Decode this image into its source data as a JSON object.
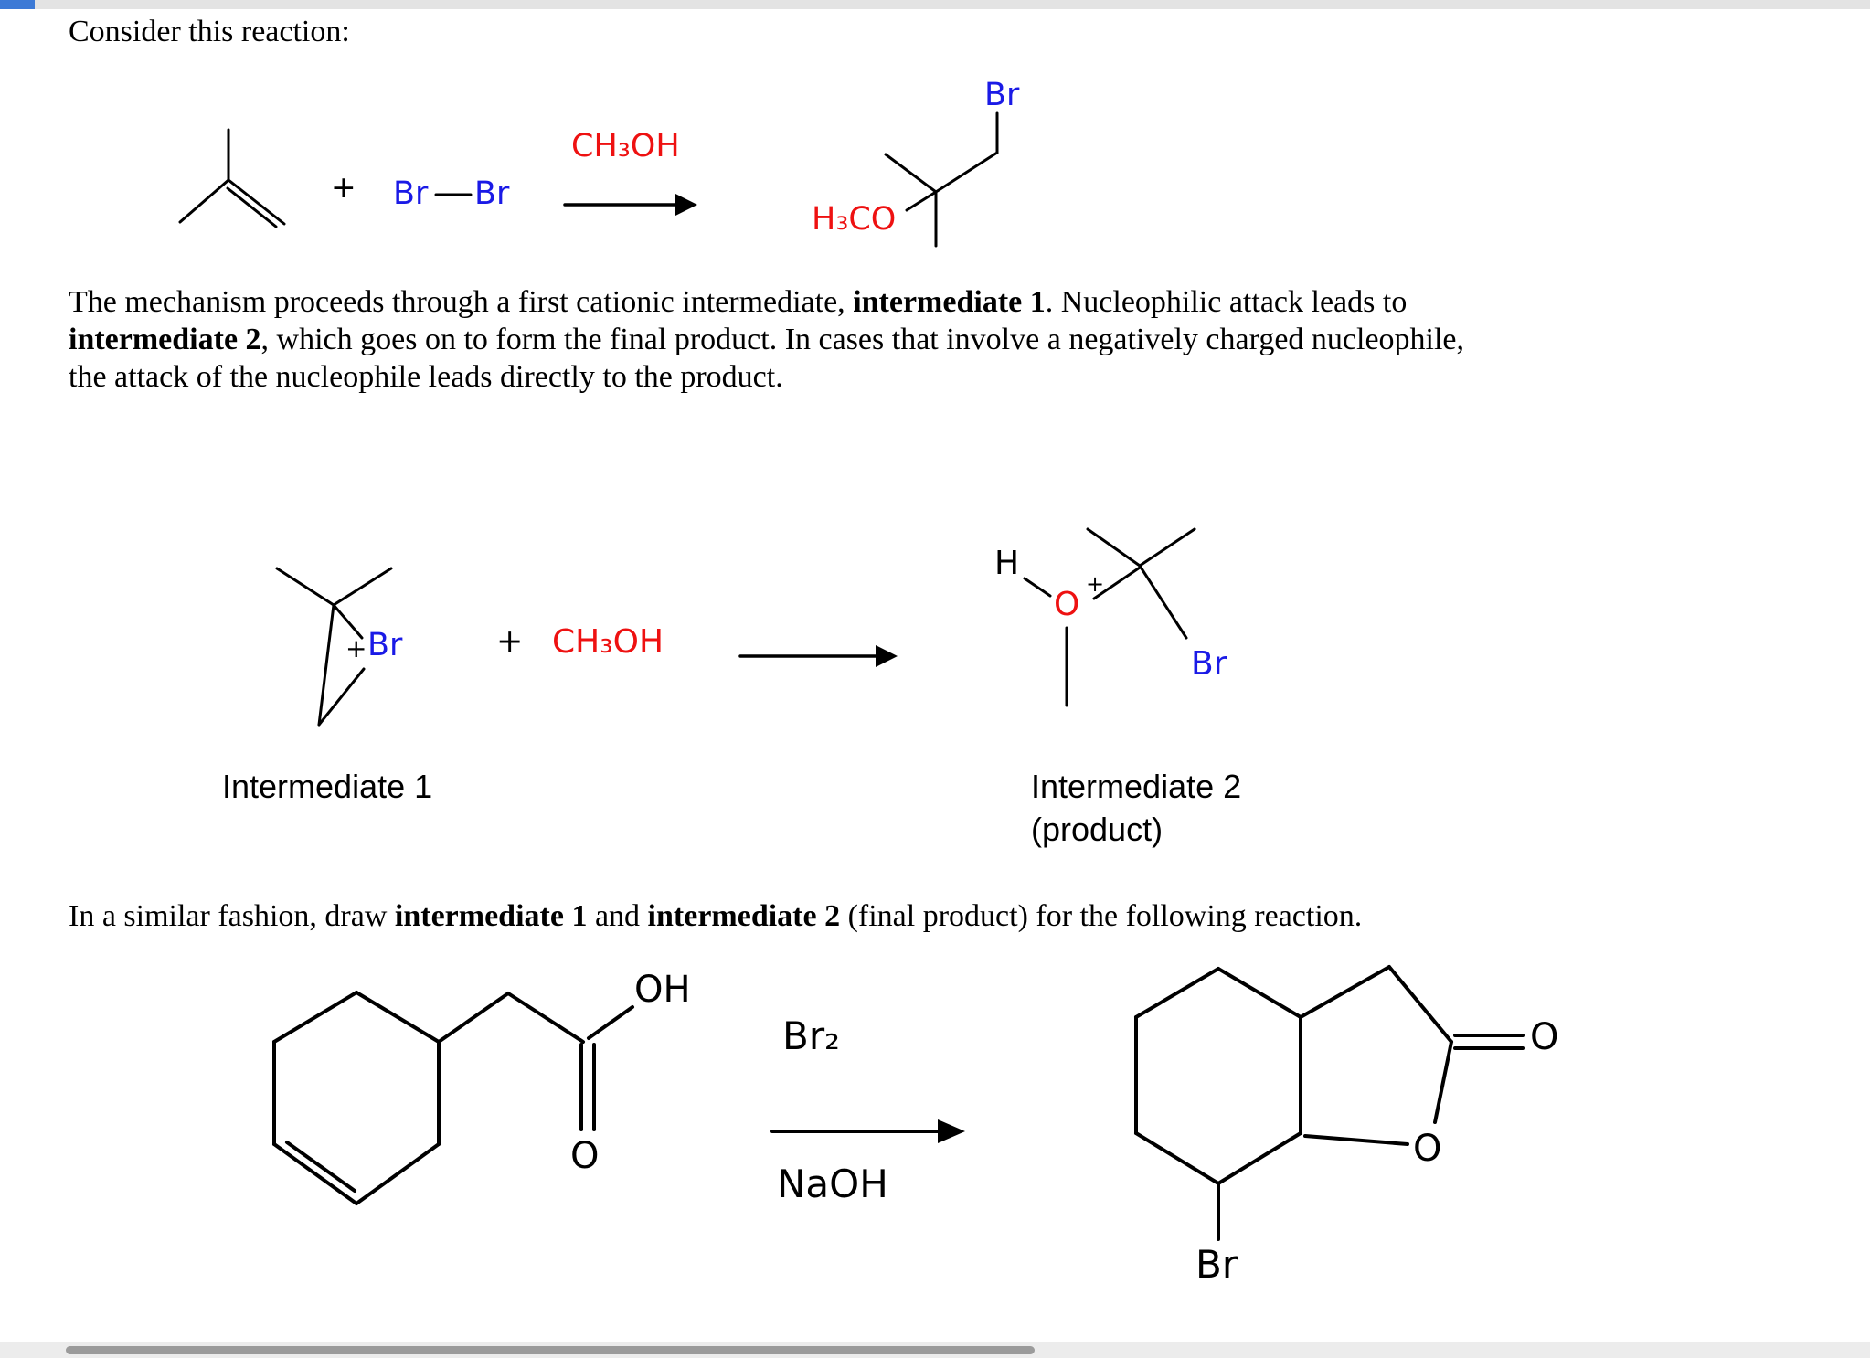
{
  "colors": {
    "blue": "#1a1ae6",
    "red": "#ee1111"
  },
  "header": {
    "prompt": "Consider this reaction:"
  },
  "scheme1": {
    "plus": "+",
    "brbr_left": "Br",
    "brbr_right": "Br",
    "arrow_reagent": "CH₃OH",
    "product_br": "Br",
    "product_methoxy": "H₃CO"
  },
  "mechanism_paragraph": {
    "s1": "The mechanism proceeds through a first cationic intermediate, ",
    "s2": "intermediate 1",
    "s3": ". Nucleophilic attack leads to",
    "s4": "intermediate 2",
    "s5": ", which goes on to form the final product. In cases that involve a negatively charged nucleophile,",
    "s6": "the attack of the nucleophile leads directly to the product."
  },
  "scheme2": {
    "int1_charge": "+",
    "int1_br": "Br",
    "plus": "+",
    "reagent": "CH₃OH",
    "int2_h": "H",
    "int2_o": "O",
    "int2_charge": "+",
    "int2_br": "Br",
    "label_int1": "Intermediate 1",
    "label_int2": "Intermediate 2",
    "label_int2_sub": "(product)"
  },
  "question_paragraph": {
    "s1": "In a similar fashion, draw ",
    "s2": "intermediate 1",
    "s3": " and ",
    "s4": "intermediate 2",
    "s5": " (final product) for the following reaction."
  },
  "scheme3": {
    "acid_oh": "OH",
    "acid_o": "O",
    "reagent_top": "Br₂",
    "reagent_bottom": "NaOH",
    "product_o_carbonyl": "O",
    "product_o_ring": "O",
    "product_br": "Br"
  }
}
